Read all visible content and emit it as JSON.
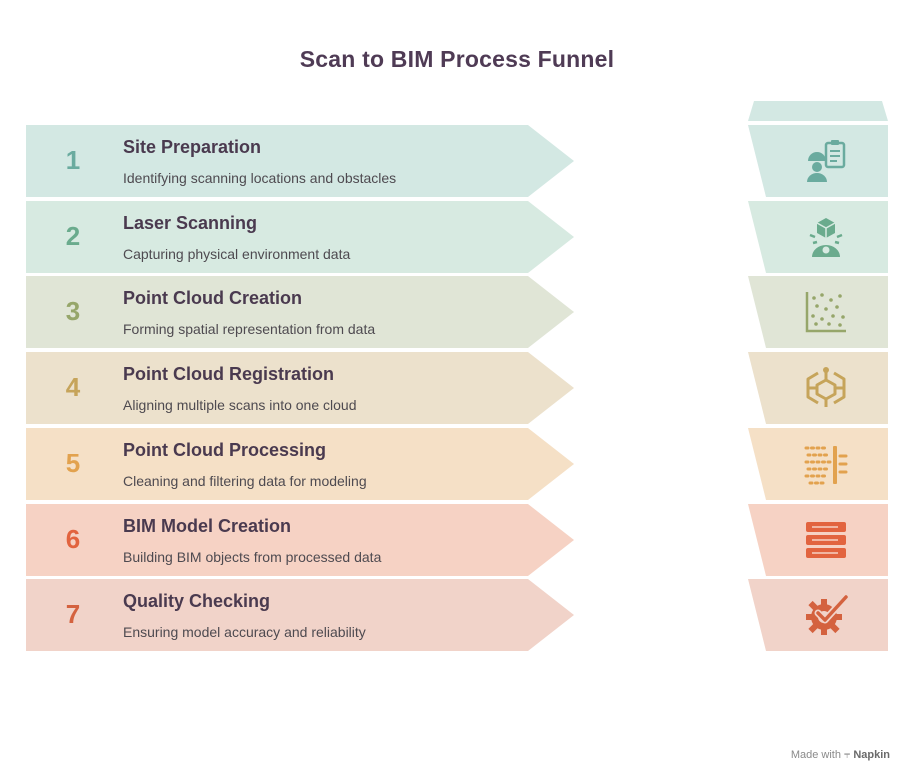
{
  "title": "Scan to BIM Process Funnel",
  "steps": [
    {
      "number": "1",
      "title": "Site Preparation",
      "description": "Identifying scanning locations and obstacles",
      "fill": "#d3e8e3",
      "accent": "#6aab9f",
      "icon": "worker-clipboard-icon"
    },
    {
      "number": "2",
      "title": "Laser Scanning",
      "description": "Capturing physical environment data",
      "fill": "#d7eae1",
      "accent": "#6aab8d",
      "icon": "scanner-cube-icon"
    },
    {
      "number": "3",
      "title": "Point Cloud Creation",
      "description": "Forming spatial representation from data",
      "fill": "#e0e5d6",
      "accent": "#96a66a",
      "icon": "scatter-plot-icon"
    },
    {
      "number": "4",
      "title": "Point Cloud Registration",
      "description": "Aligning multiple scans into one cloud",
      "fill": "#ece1cc",
      "accent": "#c6a45a",
      "icon": "network-cube-icon"
    },
    {
      "number": "5",
      "title": "Point Cloud Processing",
      "description": "Cleaning and filtering data for modeling",
      "fill": "#f5e0c6",
      "accent": "#e2a24e",
      "icon": "filter-icon"
    },
    {
      "number": "6",
      "title": "BIM Model Creation",
      "description": "Building BIM objects from processed data",
      "fill": "#f6d2c4",
      "accent": "#e2643f",
      "icon": "stacked-layers-icon"
    },
    {
      "number": "7",
      "title": "Quality Checking",
      "description": "Ensuring model accuracy and reliability",
      "fill": "#f1d3c9",
      "accent": "#d4623f",
      "icon": "gear-check-icon"
    }
  ],
  "footer": {
    "prefix": "Made with",
    "brand": "Napkin"
  }
}
